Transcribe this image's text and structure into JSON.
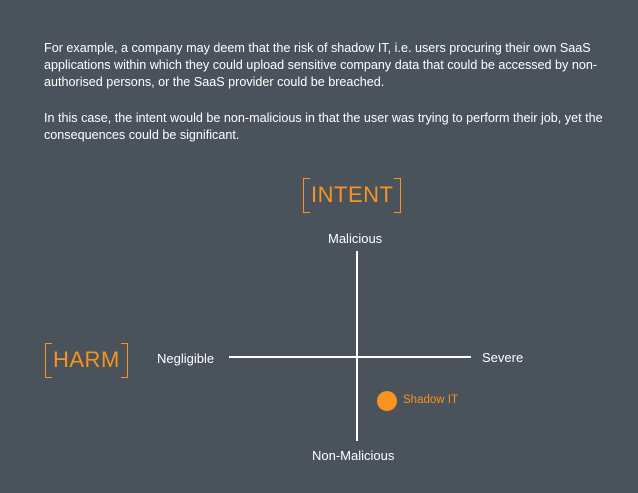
{
  "intro": {
    "paragraph_1": "For example, a company may deem that the risk of shadow IT, i.e. users procuring their own SaaS applications within which they could upload sensitive company data that could be accessed by non-authorised persons, or the SaaS provider could be breached.",
    "paragraph_2": "In this case, the intent would be non-malicious in that the user was trying to perform their job, yet the consequences could be significant."
  },
  "diagram": {
    "vertical_axis_title": "INTENT",
    "horizontal_axis_title": "HARM",
    "top_label": "Malicious",
    "bottom_label": "Non-Malicious",
    "left_label": "Negligible",
    "right_label": "Severe",
    "point": {
      "label": "Shadow IT",
      "color": "#f7931e"
    }
  },
  "colors": {
    "background": "#4a525c",
    "accent": "#f7931e",
    "text": "#ffffff"
  }
}
